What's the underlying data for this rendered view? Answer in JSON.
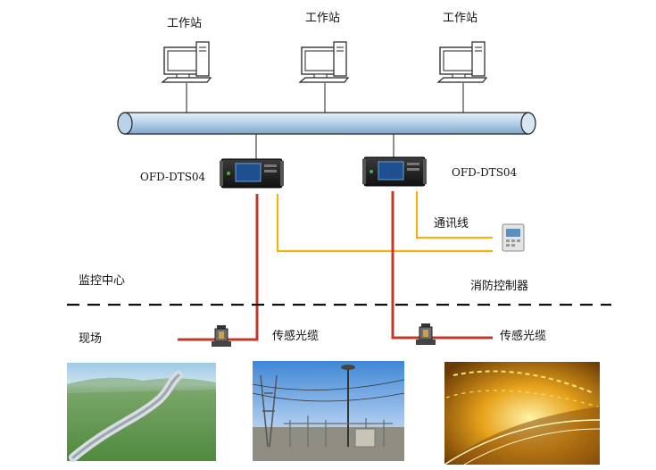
{
  "workstations": [
    {
      "label": "工作站"
    },
    {
      "label": "工作站"
    },
    {
      "label": "工作站"
    }
  ],
  "devices": [
    {
      "label": "OFD-DTS04"
    },
    {
      "label": "OFD-DTS04"
    }
  ],
  "labels": {
    "comm_line": "通讯线",
    "fire_controller": "消防控制器",
    "monitor_center": "监控中心",
    "field": "现场",
    "sensing_fiber_left": "传感光缆",
    "sensing_fiber_right": "传感光缆"
  },
  "photos": [
    {
      "subject": "pipeline"
    },
    {
      "subject": "substation"
    },
    {
      "subject": "tunnel"
    }
  ],
  "colors": {
    "bus_fill": "#b9d4ea",
    "fiber": "#c0392b",
    "comm": "#f2b20f",
    "connector": "#333333"
  }
}
